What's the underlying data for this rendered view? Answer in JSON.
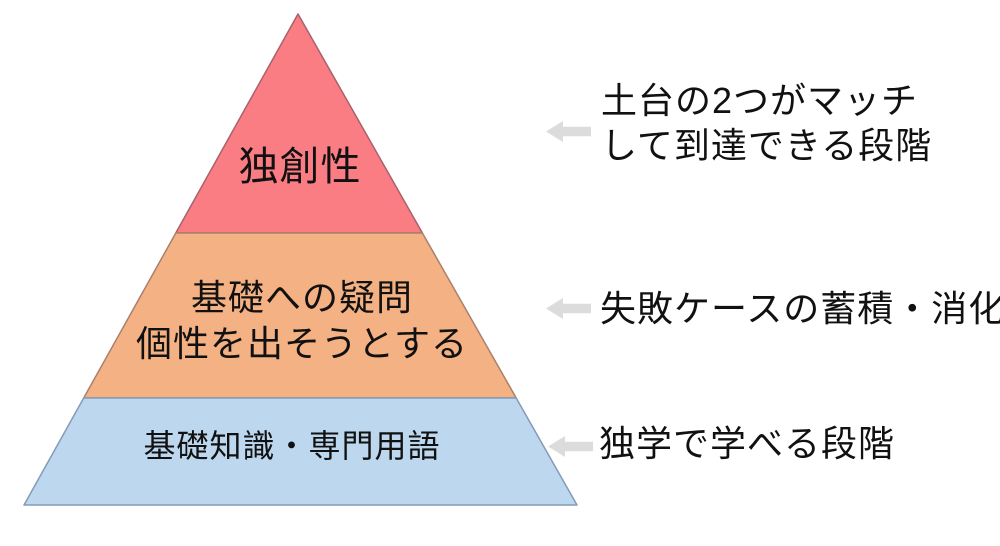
{
  "diagram": {
    "title": "learning-stages-pyramid",
    "background_color": "#ffffff",
    "text_color": "#111111",
    "arrow_color": "#dcdcdc",
    "pyramid": {
      "levels": [
        {
          "id": "top",
          "label": "独創性",
          "fill": "#f97d83",
          "stroke": "#a9616c"
        },
        {
          "id": "middle",
          "label_lines": {
            "0": "基礎への疑問",
            "1": "個性を出そうとする"
          },
          "fill": "#f4b183",
          "stroke": "#a9806c"
        },
        {
          "id": "bottom",
          "label": "基礎知識・専門用語",
          "fill": "#bdd7ee",
          "stroke": "#839bb8"
        }
      ]
    },
    "annotations": [
      {
        "target": "top",
        "lines": {
          "0": "土台の2つがマッチ",
          "1": "して到達できる段階"
        }
      },
      {
        "target": "middle",
        "lines": {
          "0": "失敗ケースの蓄積・消化"
        }
      },
      {
        "target": "bottom",
        "lines": {
          "0": "独学で学べる段階"
        }
      }
    ]
  }
}
